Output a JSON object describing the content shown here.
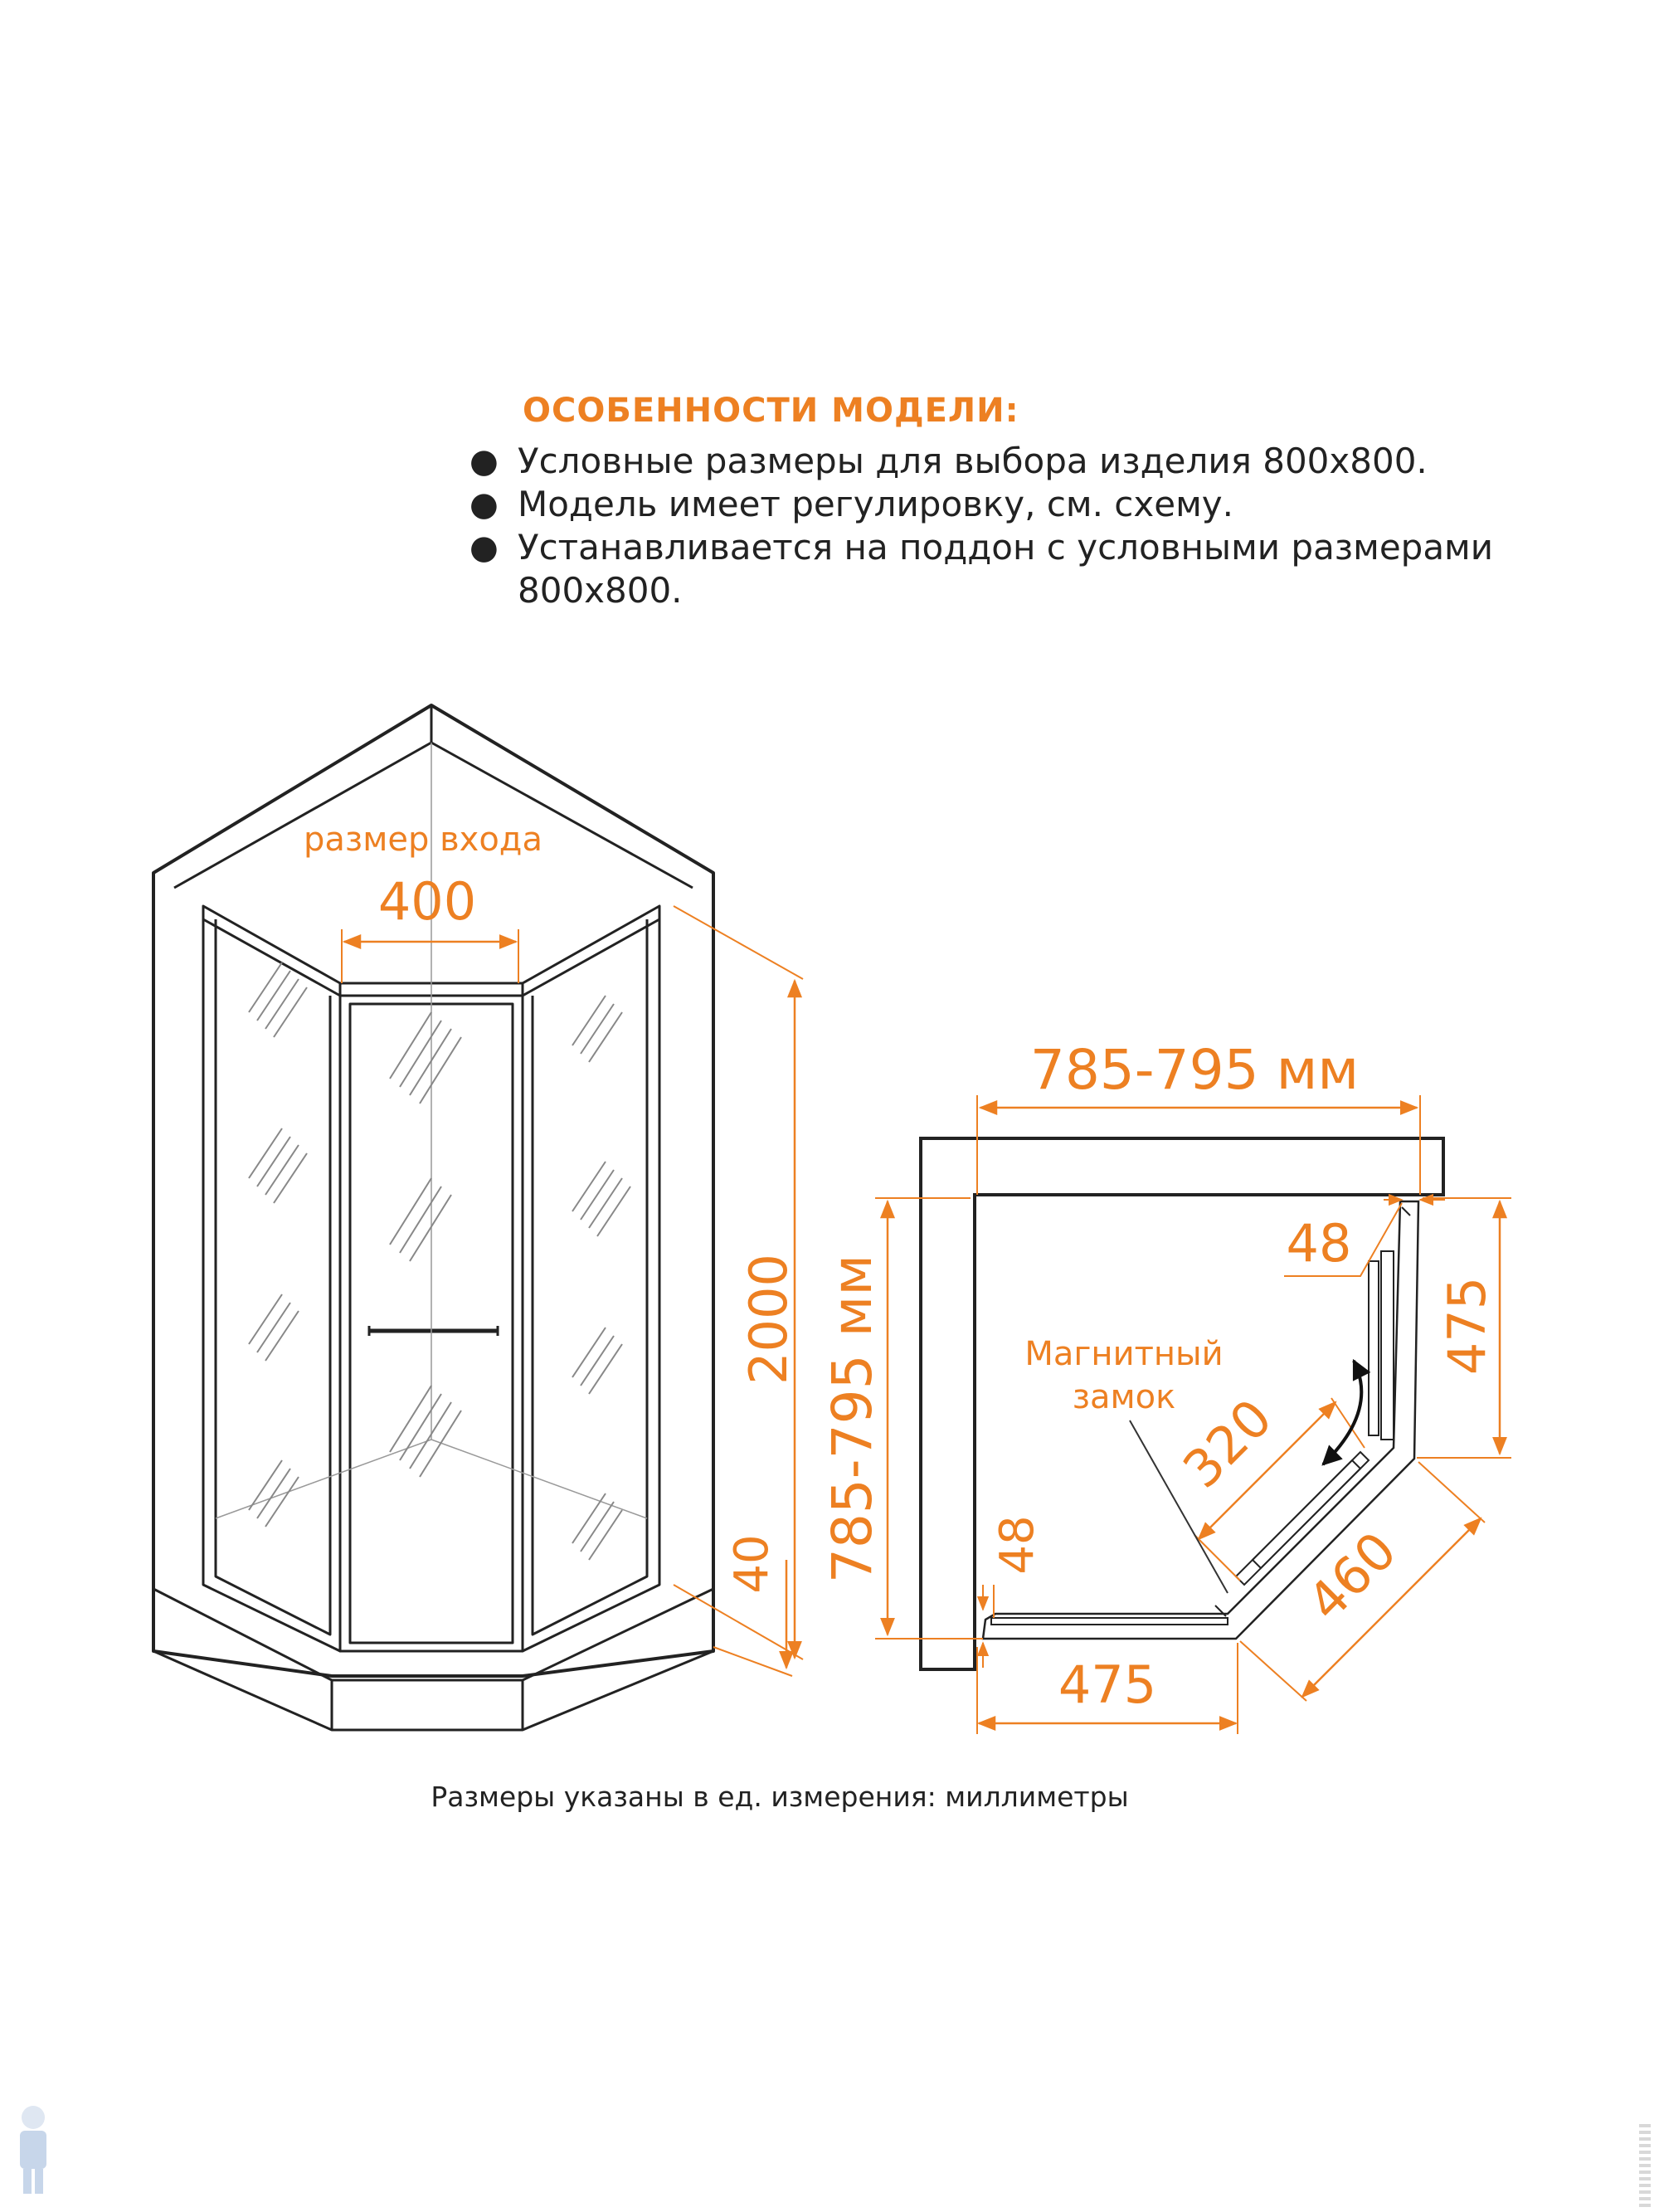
{
  "features": {
    "title": "ОСОБЕННОСТИ МОДЕЛИ:",
    "items": [
      "Условные размеры для выбора изделия 800x800.",
      "Модель имеет регулировку, см. схему.",
      "Устанавливается на поддон с условными размерами",
      "800x800."
    ]
  },
  "front_view": {
    "entrance_label": "размер входа",
    "entrance_width": "400",
    "height": "2000",
    "tray_height": "40"
  },
  "plan_view": {
    "top_width": "785-795 мм",
    "side_width": "785-795 мм",
    "adjust_top": "48",
    "adjust_left": "48",
    "side_segment_right": "475",
    "side_segment_bottom": "475",
    "diagonal_segment": "460",
    "door_width": "320",
    "magnet_label_line1": "Магнитный",
    "magnet_label_line2": "замок"
  },
  "footnote": "Размеры указаны в ед. измерения: миллиметры",
  "colors": {
    "accent": "#ed8022",
    "line": "#222222"
  }
}
